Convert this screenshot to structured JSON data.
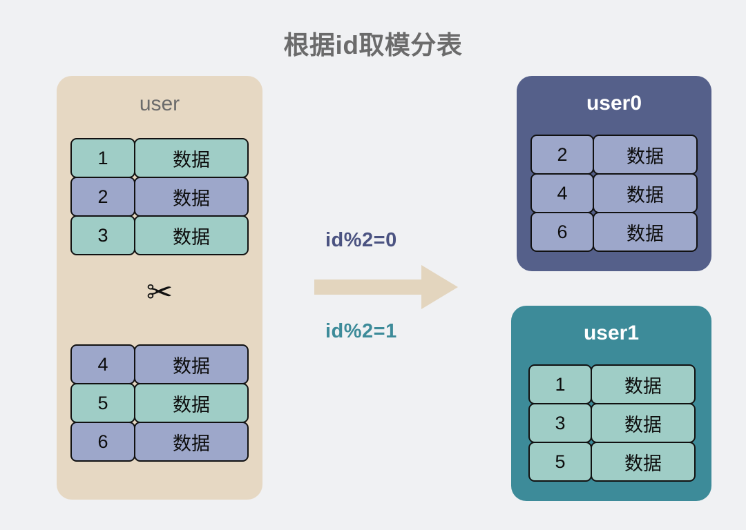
{
  "page": {
    "title": "根据id取模分表",
    "background_color": "#f0f1f3"
  },
  "colors": {
    "source_panel": "#e6d8c3",
    "user0_panel": "#55608a",
    "user1_panel": "#3d8b99",
    "cell_teal": "#9fcdc6",
    "cell_purple": "#9da7ca",
    "arrow": "#e3d5be",
    "label_mod0": "#4b5381",
    "label_mod1": "#3d8b99",
    "title_text": "#6b6b6b",
    "cell_border": "#111111"
  },
  "source_table": {
    "title": "user",
    "top_group": {
      "rows": [
        {
          "id": "1",
          "data": "数据",
          "fill": "teal"
        },
        {
          "id": "2",
          "data": "数据",
          "fill": "purple"
        },
        {
          "id": "3",
          "data": "数据",
          "fill": "teal"
        }
      ]
    },
    "cut_icon": "scissors-icon",
    "cut_glyph": "✂",
    "bottom_group": {
      "rows": [
        {
          "id": "4",
          "data": "数据",
          "fill": "purple"
        },
        {
          "id": "5",
          "data": "数据",
          "fill": "teal"
        },
        {
          "id": "6",
          "data": "数据",
          "fill": "purple"
        }
      ]
    }
  },
  "arrow": {
    "icon": "right-arrow-icon",
    "label_top": "id%2=0",
    "label_bottom": "id%2=1"
  },
  "shards": [
    {
      "title": "user0",
      "rows": [
        {
          "id": "2",
          "data": "数据",
          "fill": "purple"
        },
        {
          "id": "4",
          "data": "数据",
          "fill": "purple"
        },
        {
          "id": "6",
          "data": "数据",
          "fill": "purple"
        }
      ]
    },
    {
      "title": "user1",
      "rows": [
        {
          "id": "1",
          "data": "数据",
          "fill": "teal"
        },
        {
          "id": "3",
          "data": "数据",
          "fill": "teal"
        },
        {
          "id": "5",
          "data": "数据",
          "fill": "teal"
        }
      ]
    }
  ]
}
